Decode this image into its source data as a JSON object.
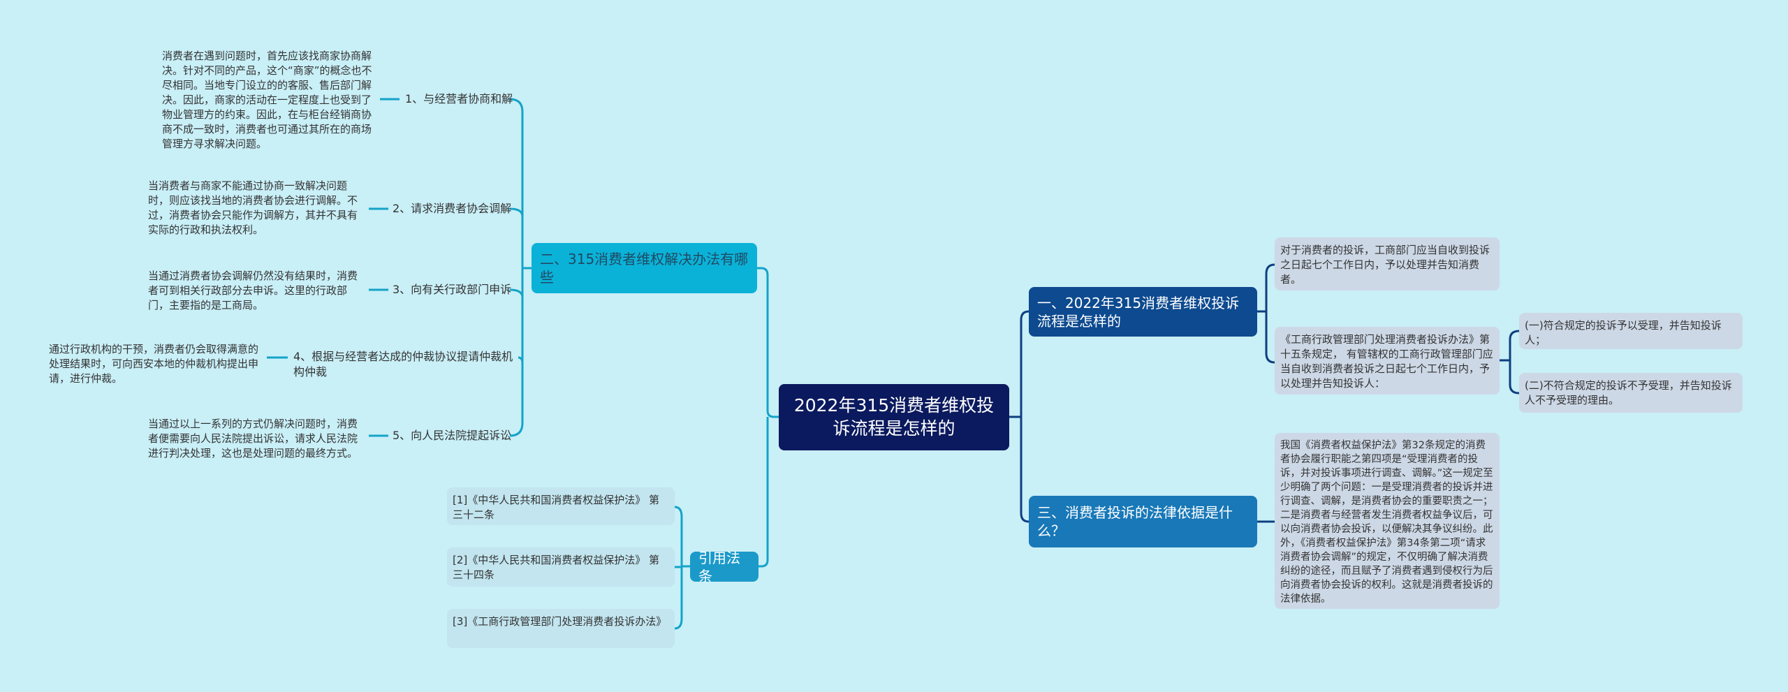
{
  "center": "2022年315消费者维权投诉流程是怎样的",
  "left_branch": {
    "title": "二、315消费者维权解决办法有哪些",
    "items": [
      {
        "label": "1、与经营者协商和解",
        "text": "消费者在遇到问题时，首先应该找商家协商解决。针对不同的产品，这个“商家”的概念也不尽相同。当地专门设立的的客服、售后部门解决。因此，商家的活动在一定程度上也受到了物业管理方的约束。因此，在与柜台经销商协商不成一致时，消费者也可通过其所在的商场管理方寻求解决问题。"
      },
      {
        "label": "2、请求消费者协会调解",
        "text": "当消费者与商家不能通过协商一致解决问题时，则应该找当地的消费者协会进行调解。不过，消费者协会只能作为调解方，其并不具有实际的行政和执法权利。"
      },
      {
        "label": "3、向有关行政部门申诉",
        "text": "当通过消费者协会调解仍然没有结果时，消费者可到相关行政部分去申诉。这里的行政部门，主要指的是工商局。"
      },
      {
        "label": "4、根据与经营者达成的仲裁协议提请仲裁机构仲裁",
        "text": "通过行政机构的干预，消费者仍会取得满意的处理结果时，可向西安本地的仲裁机构提出申请，进行仲裁。"
      },
      {
        "label": "5、向人民法院提起诉讼",
        "text": "当通过以上一系列的方式仍解决问题时，消费者便需要向人民法院提出诉讼，请求人民法院进行判决处理，这也是处理问题的最终方式。"
      }
    ]
  },
  "citations": {
    "title": "引用法条",
    "items": [
      "[1]《中华人民共和国消费者权益保护法》 第三十二条",
      "[2]《中华人民共和国消费者权益保护法》 第三十四条",
      "[3]《工商行政管理部门处理消费者投诉办法》"
    ]
  },
  "right1": {
    "title": "一、2022年315消费者维权投诉流程是怎样的",
    "box1": "对于消费者的投诉，工商部门应当自收到投诉之日起七个工作日内，予以处理并告知消费者。",
    "box2": "《工商行政管理部门处理消费者投诉办法》第十五条规定， 有管辖权的工商行政管理部门应当自收到消费者投诉之日起七个工作日内，予以处理并告知投诉人：",
    "sub1": "(一)符合规定的投诉予以受理，并告知投诉人；",
    "sub2": "(二)不符合规定的投诉不予受理，并告知投诉人不予受理的理由。"
  },
  "right3": {
    "title": "三、消费者投诉的法律依据是什么？",
    "text": "我国《消费者权益保护法》第32条规定的消费者协会履行职能之第四项是“受理消费者的投诉，并对投诉事项进行调查、调解。”这一规定至少明确了两个问题：一是受理消费者的投诉并进行调查、调解，是消费者协会的重要职责之一；二是消费者与经营者发生消费者权益争议后，可以向消费者协会投诉，以便解决其争议纠纷。此外，《消费者权益保护法》第34条第二项“请求消费者协会调解”的规定，不仅明确了解决消费纠纷的途径，而且赋予了消费者遇到侵权行为后向消费者协会投诉的权利。这就是消费者投诉的法律依据。"
  }
}
